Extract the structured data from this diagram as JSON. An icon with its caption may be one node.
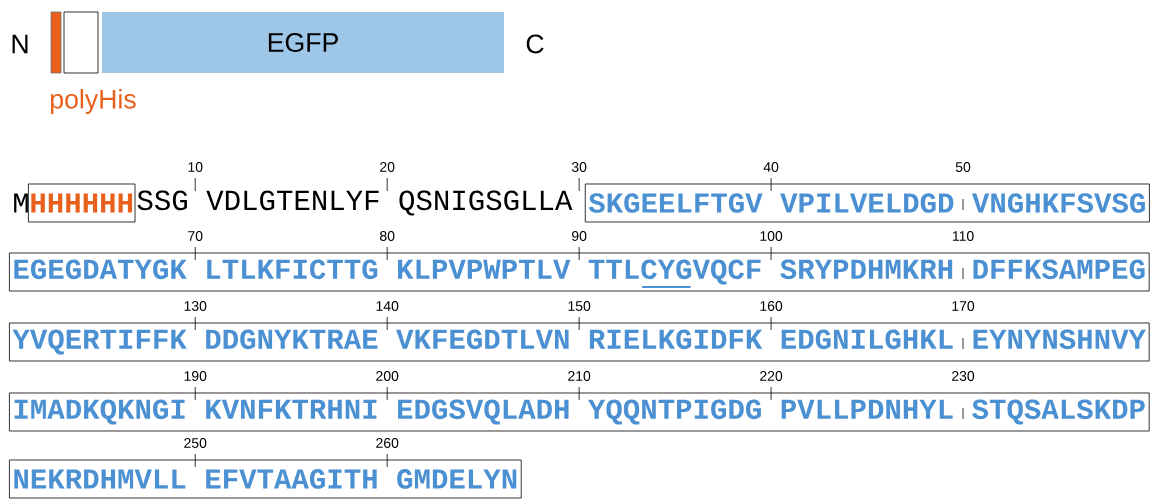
{
  "diagram": {
    "nodes": [
      {
        "text": [],
        "shape": "bar",
        "beside": [
          "polyHis"
        ]
      },
      {
        "text": [],
        "shape": "box"
      },
      {
        "text": [
          "EGFP"
        ]
      },
      {
        "text": [
          "HHHHHH"
        ]
      },
      {
        "text": [
          "SKGEELFTGV VPILVELDGD VNGHKFSVSG"
        ]
      },
      {
        "text": [
          "EGEGDATYGK LTLKFICTTG KLPVPWPTLV TTLCYGVQCF SRYPDHMKRH DFFKSAMPEG"
        ]
      },
      {
        "text": [
          "YVQERTIFFK DDGNYKTRAE VKFEGDTLVN RIELKGIDFK EDGNILGHKL EYNYNSHNVY"
        ]
      },
      {
        "text": [
          "IMADKQKNGI KVNFKTRHNI EDGSVQLADH YQQNTPIGDG PVLLPDNHYL STQSALSKDP"
        ]
      },
      {
        "text": [
          "NEKRDHMVLL EFVTAAGITH GMDELYN"
        ]
      }
    ],
    "labels": [
      "N",
      "C",
      "10",
      "20",
      "30",
      "40",
      "50",
      "M",
      "SSG VDLGTENLYF QSNIGSGLLA",
      "70",
      "80",
      "90",
      "100",
      "110",
      "130",
      "140",
      "150",
      "160",
      "170",
      "190",
      "200",
      "210",
      "220",
      "230",
      "250",
      "260"
    ]
  }
}
